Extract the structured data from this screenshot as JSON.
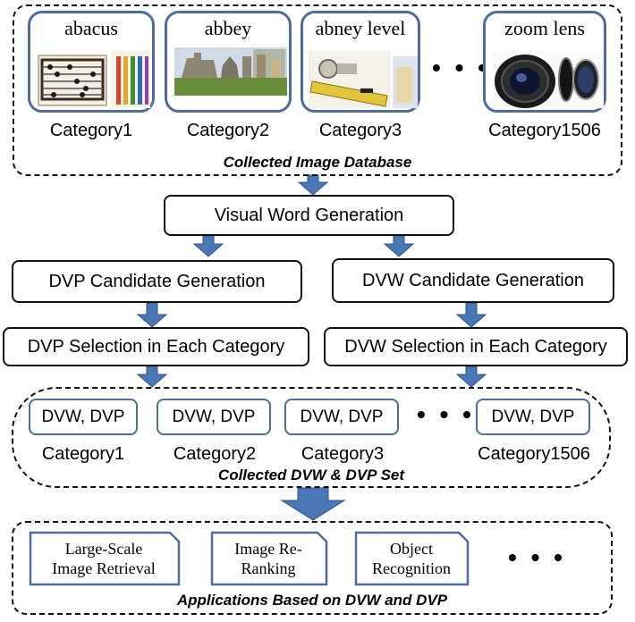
{
  "database": {
    "cards": [
      {
        "title": "abacus",
        "category": "Category1",
        "image_icon": "abacus-photo"
      },
      {
        "title": "abbey",
        "category": "Category2",
        "image_icon": "abbey-photo"
      },
      {
        "title": "abney level",
        "category": "Category3",
        "image_icon": "abney-level-photo"
      },
      {
        "title": "zoom lens",
        "category": "Category1506",
        "image_icon": "zoom-lens-photo"
      }
    ],
    "ellipsis": "• • •",
    "caption": "Collected Image Database"
  },
  "pipeline": {
    "visual_word": "Visual Word Generation",
    "dvp_candidate": "DVP Candidate Generation",
    "dvw_candidate": "DVW Candidate Generation",
    "dvp_selection": "DVP Selection in Each Category",
    "dvw_selection": "DVW Selection in Each Category"
  },
  "set": {
    "items": [
      {
        "label": "DVW, DVP",
        "category": "Category1"
      },
      {
        "label": "DVW, DVP",
        "category": "Category2"
      },
      {
        "label": "DVW, DVP",
        "category": "Category3"
      },
      {
        "label": "DVW, DVP",
        "category": "Category1506"
      }
    ],
    "ellipsis": "• • •",
    "caption": "Collected DVW & DVP Set"
  },
  "applications": {
    "items": [
      {
        "line1": "Large-Scale",
        "line2": "Image Retrieval"
      },
      {
        "line1": "Image Re-",
        "line2": "Ranking"
      },
      {
        "line1": "Object",
        "line2": "Recognition"
      }
    ],
    "ellipsis": "• • •",
    "caption": "Applications Based on DVW and DVP"
  },
  "colors": {
    "arrow": "#4a77b5",
    "card_border": "#4e6d9e",
    "box_border": "#111111"
  }
}
